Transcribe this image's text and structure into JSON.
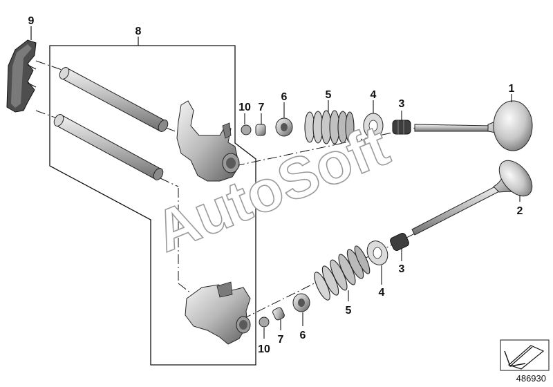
{
  "callouts": {
    "c1": "1",
    "c2": "2",
    "c3a": "3",
    "c3b": "3",
    "c4a": "4",
    "c4b": "4",
    "c5a": "5",
    "c5b": "5",
    "c6a": "6",
    "c6b": "6",
    "c7a": "7",
    "c7b": "7",
    "c8": "8",
    "c9": "9",
    "c10a": "10",
    "c10b": "10"
  },
  "watermark": "AutoSoft",
  "part_number": "486930",
  "icons": {
    "nav": "arrow-down-left-icon"
  },
  "colors": {
    "part_fill": "#d0d0d0",
    "part_dark": "#6e6e6e",
    "line": "#111111",
    "watermark_stroke": "#9a9a9a"
  }
}
